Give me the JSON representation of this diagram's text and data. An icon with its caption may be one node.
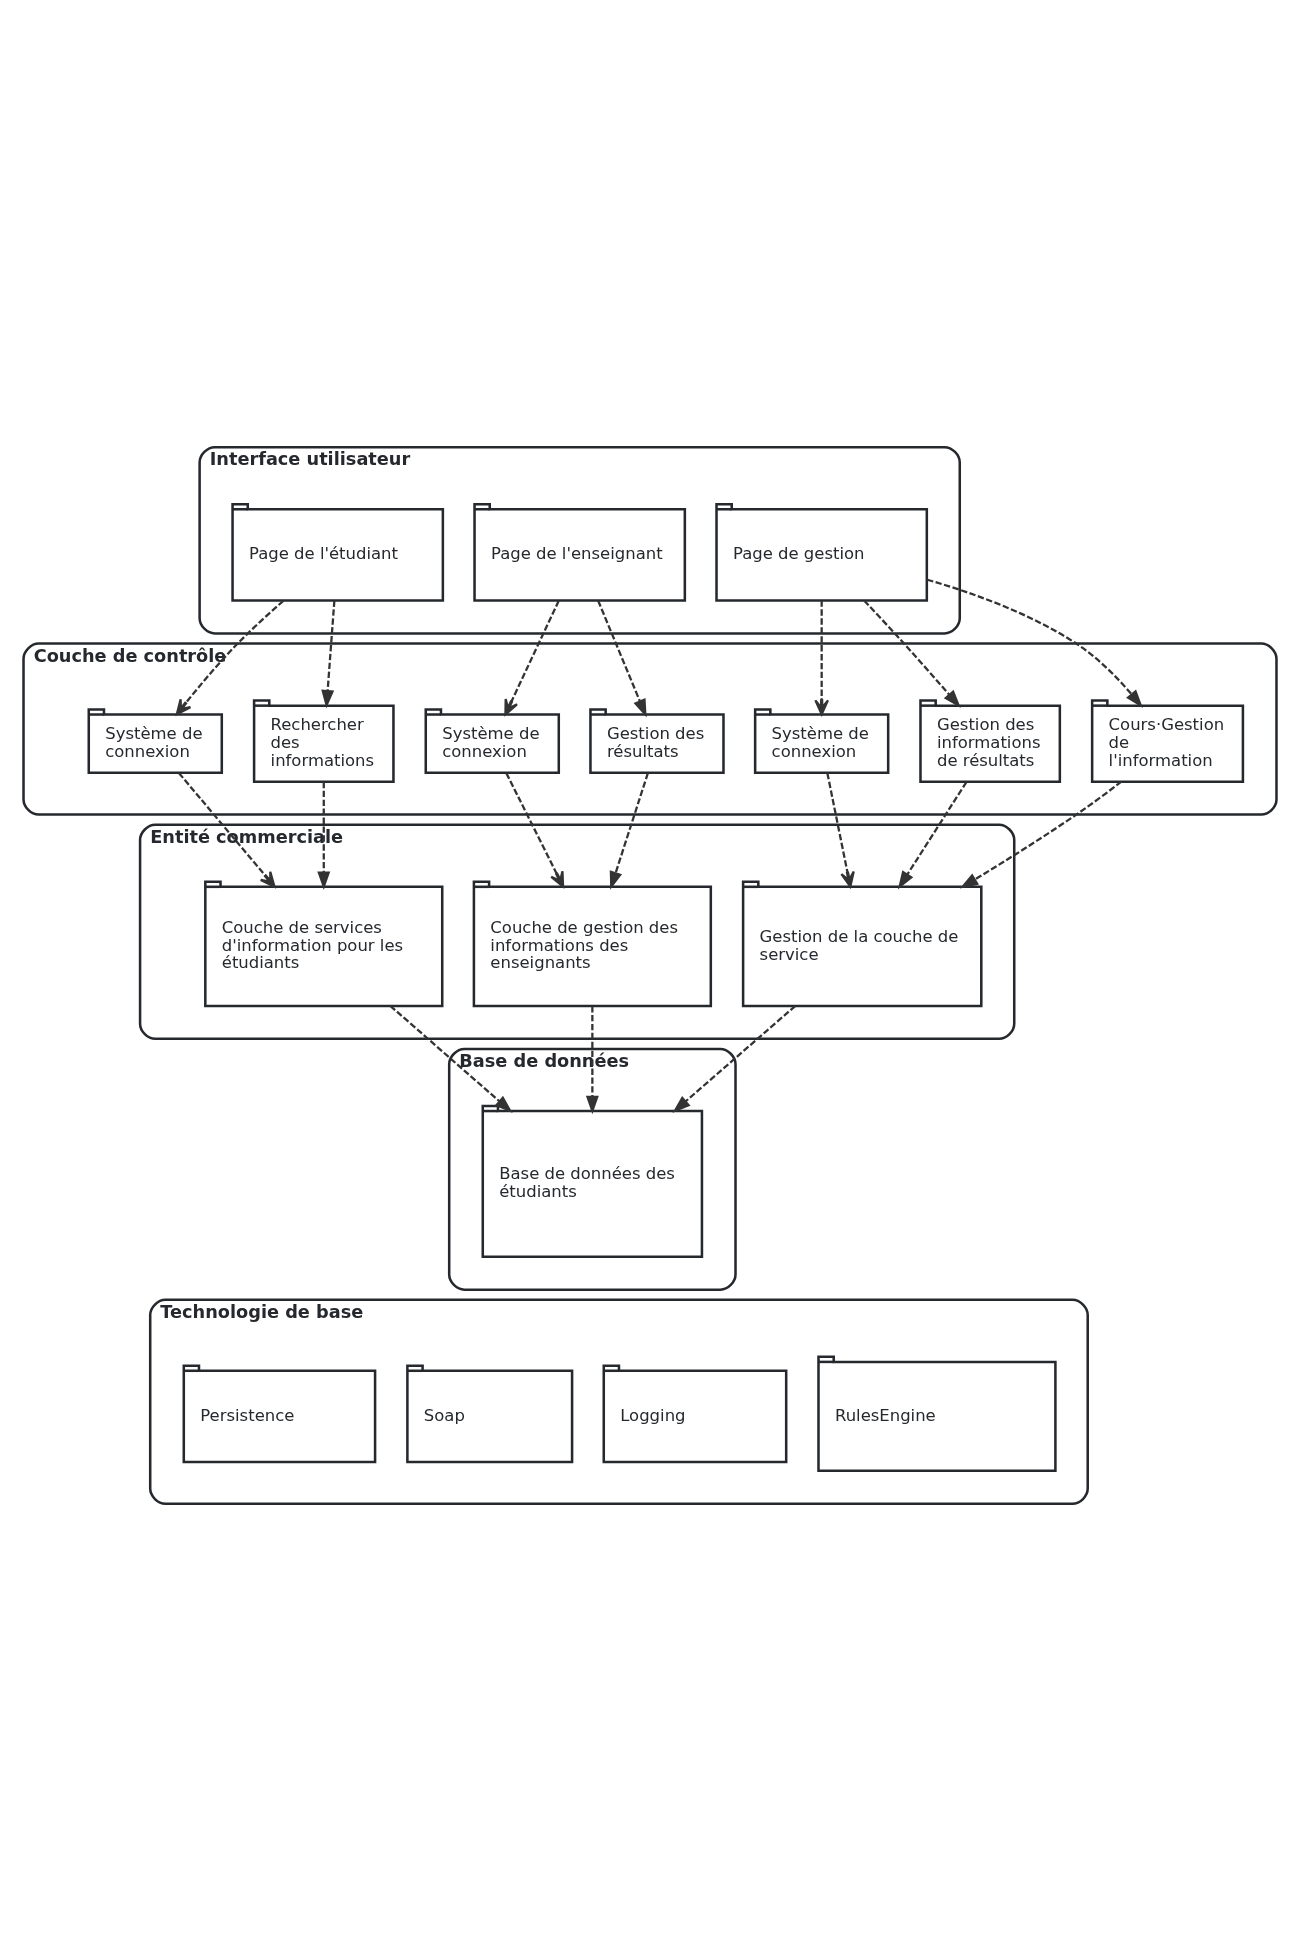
{
  "diagram": {
    "nodes": [
      {
        "text": [
          "Interface utilisateur"
        ]
      },
      {
        "text": [
          "Page de l'étudiant"
        ],
        "in": 0
      },
      {
        "text": [
          "Page de l'enseignant"
        ],
        "in": 0
      },
      {
        "text": [
          "Page de gestion"
        ],
        "in": 0
      },
      {
        "text": [
          "Couche de contrôle"
        ]
      },
      {
        "text": [
          "Système de connexion"
        ],
        "in": 4
      },
      {
        "text": [
          "Rechercher des informations"
        ],
        "in": 4
      },
      {
        "text": [
          "Système de connexion"
        ],
        "in": 4
      },
      {
        "text": [
          "Gestion des résultats"
        ],
        "in": 4
      },
      {
        "text": [
          "Système de connexion"
        ],
        "in": 4
      },
      {
        "text": [
          "Gestion des informations de résultats"
        ],
        "in": 4
      },
      {
        "text": [
          "Cours·Gestion de l'information"
        ],
        "in": 4
      },
      {
        "text": [
          "Entité commerciale"
        ]
      },
      {
        "text": [
          "Couche de services d'information pour les étudiants"
        ],
        "in": 12
      },
      {
        "text": [
          "Couche de gestion des informations des enseignants"
        ],
        "in": 12
      },
      {
        "text": [
          "Gestion de la couche de service"
        ],
        "in": 12
      },
      {
        "text": [
          "Base de données"
        ]
      },
      {
        "text": [
          "Base de données des étudiants"
        ],
        "in": 16
      },
      {
        "text": [
          "Technologie de base"
        ]
      },
      {
        "text": [
          "Persistence"
        ],
        "in": 18
      },
      {
        "text": [
          "Soap"
        ],
        "in": 18
      },
      {
        "text": [
          "Logging"
        ],
        "in": 18
      },
      {
        "text": [
          "RulesEngine"
        ],
        "in": 18
      }
    ],
    "edges": [
      {
        "from": 1,
        "to": 5,
        "arrow": "to",
        "style": "dashed"
      },
      {
        "from": 1,
        "to": 6,
        "arrow": "to",
        "style": "dashed"
      },
      {
        "from": 2,
        "to": 7,
        "arrow": "to",
        "style": "dashed"
      },
      {
        "from": 2,
        "to": 8,
        "arrow": "to",
        "style": "dashed"
      },
      {
        "from": 3,
        "to": 9,
        "arrow": "to",
        "style": "dashed"
      },
      {
        "from": 3,
        "to": 10,
        "arrow": "to",
        "style": "dashed"
      },
      {
        "from": 3,
        "to": 11,
        "arrow": "to",
        "style": "dashed"
      },
      {
        "from": 5,
        "to": 13,
        "arrow": "to",
        "style": "dashed"
      },
      {
        "from": 6,
        "to": 13,
        "arrow": "to",
        "style": "dashed"
      },
      {
        "from": 7,
        "to": 14,
        "arrow": "to",
        "style": "dashed"
      },
      {
        "from": 8,
        "to": 14,
        "arrow": "to",
        "style": "dashed"
      },
      {
        "from": 9,
        "to": 15,
        "arrow": "to",
        "style": "dashed"
      },
      {
        "from": 10,
        "to": 15,
        "arrow": "to",
        "style": "dashed"
      },
      {
        "from": 11,
        "to": 15,
        "arrow": "to",
        "style": "dashed"
      },
      {
        "from": 13,
        "to": 17,
        "arrow": "to",
        "style": "dashed"
      },
      {
        "from": 14,
        "to": 17,
        "arrow": "to",
        "style": "dashed"
      },
      {
        "from": 15,
        "to": 17,
        "arrow": "to",
        "style": "dashed"
      }
    ]
  }
}
